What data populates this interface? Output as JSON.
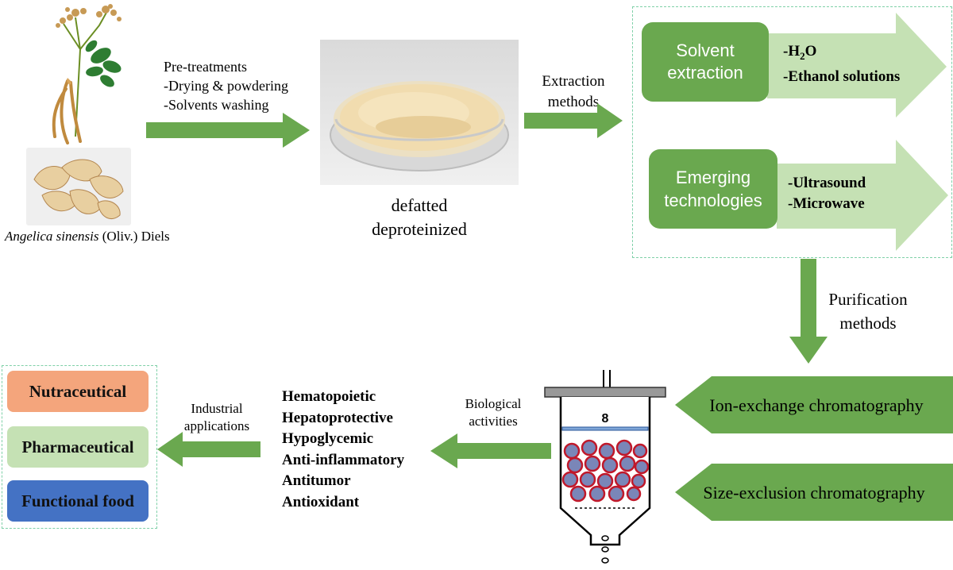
{
  "source": {
    "species_italic": "Angelica sinensis",
    "species_rest": " (Oliv.) Diels"
  },
  "pretreatments": {
    "lines": [
      "Pre-treatments",
      "-Drying & powdering",
      "-Solvents washing"
    ]
  },
  "powder": {
    "lines": [
      "defatted",
      "deproteinized"
    ]
  },
  "extraction_label": {
    "lines": [
      "Extraction",
      "methods"
    ]
  },
  "solvent": {
    "box_lines": [
      "Solvent",
      "extraction"
    ],
    "h2o_prefix": "-H",
    "h2o_sub": "2",
    "h2o_suffix": "O",
    "ethanol": "-Ethanol solutions"
  },
  "emerging": {
    "box_lines": [
      "Emerging",
      "technologies"
    ],
    "items": [
      "-Ultrasound",
      "-Microwave"
    ]
  },
  "purification_label": {
    "lines": [
      "Purification",
      "methods"
    ]
  },
  "chromatography": {
    "ion": "Ion-exchange chromatography",
    "size": "Size-exclusion chromatography"
  },
  "column_label": "8",
  "biological_label": {
    "lines": [
      "Biological",
      "activities"
    ]
  },
  "activities": [
    "Hematopoietic",
    "Hepatoprotective",
    "Hypoglycemic",
    "Anti-inflammatory",
    "Antitumor",
    "Antioxidant"
  ],
  "industrial_label": {
    "lines": [
      "Industrial",
      "applications"
    ]
  },
  "applications": [
    {
      "label": "Nutraceutical",
      "color": "#f4a57c"
    },
    {
      "label": "Pharmaceutical",
      "color": "#c5e1b4"
    },
    {
      "label": "Functional food",
      "color": "#4472c4"
    }
  ],
  "colors": {
    "arrow_green": "#6aa84f",
    "light_green": "#c5e1b4",
    "dashed_border": "#7fd0a8",
    "column_bead_fill": "#7a86b8",
    "column_bead_stroke": "#c0182a"
  }
}
